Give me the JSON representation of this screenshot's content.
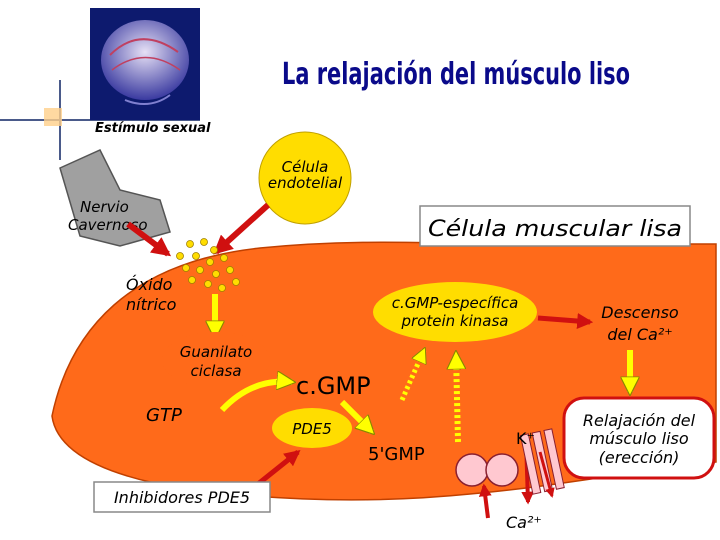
{
  "title": "La relajación del músculo liso",
  "header_caption": "Estímulo sexual",
  "labels": {
    "endothelial_line1": "Célula",
    "endothelial_line2": "endotelial",
    "nerve_line1": "Nervio",
    "nerve_line2": "Cavernoso",
    "smooth_muscle": "Célula muscular lisa",
    "nitric_line1": "Óxido",
    "nitric_line2": "nítrico",
    "kinase_line1": "c.GMP-específica",
    "kinase_line2": "protein kinasa",
    "calcium_drop_line1": "Descenso",
    "calcium_drop_line2": "del  Ca²⁺",
    "guanylate_line1": "Guanilato",
    "guanylate_line2": "ciclasa",
    "cgmp": "c.GMP",
    "gtp": "GTP",
    "pde5": "PDE5",
    "gmp5": "5'GMP",
    "potassium": "K⁺",
    "relax_line1": "Relajación del",
    "relax_line2": "músculo liso",
    "relax_line3": "(erección)",
    "inhibitors": "Inhibidores PDE5",
    "calcium": "Ca²⁺"
  },
  "colors": {
    "cell_fill": "#ff6a1a",
    "arrow_red": "#d01010",
    "arrow_yellow": "#ffff00",
    "endothelial_fill": "#ffdd00",
    "nerve_fill": "#a0a0a0",
    "title_blue": "#0a0a8a"
  },
  "icons": {
    "brain": "head-with-brain-icon",
    "ion_channel": "ion-channel-icon"
  }
}
